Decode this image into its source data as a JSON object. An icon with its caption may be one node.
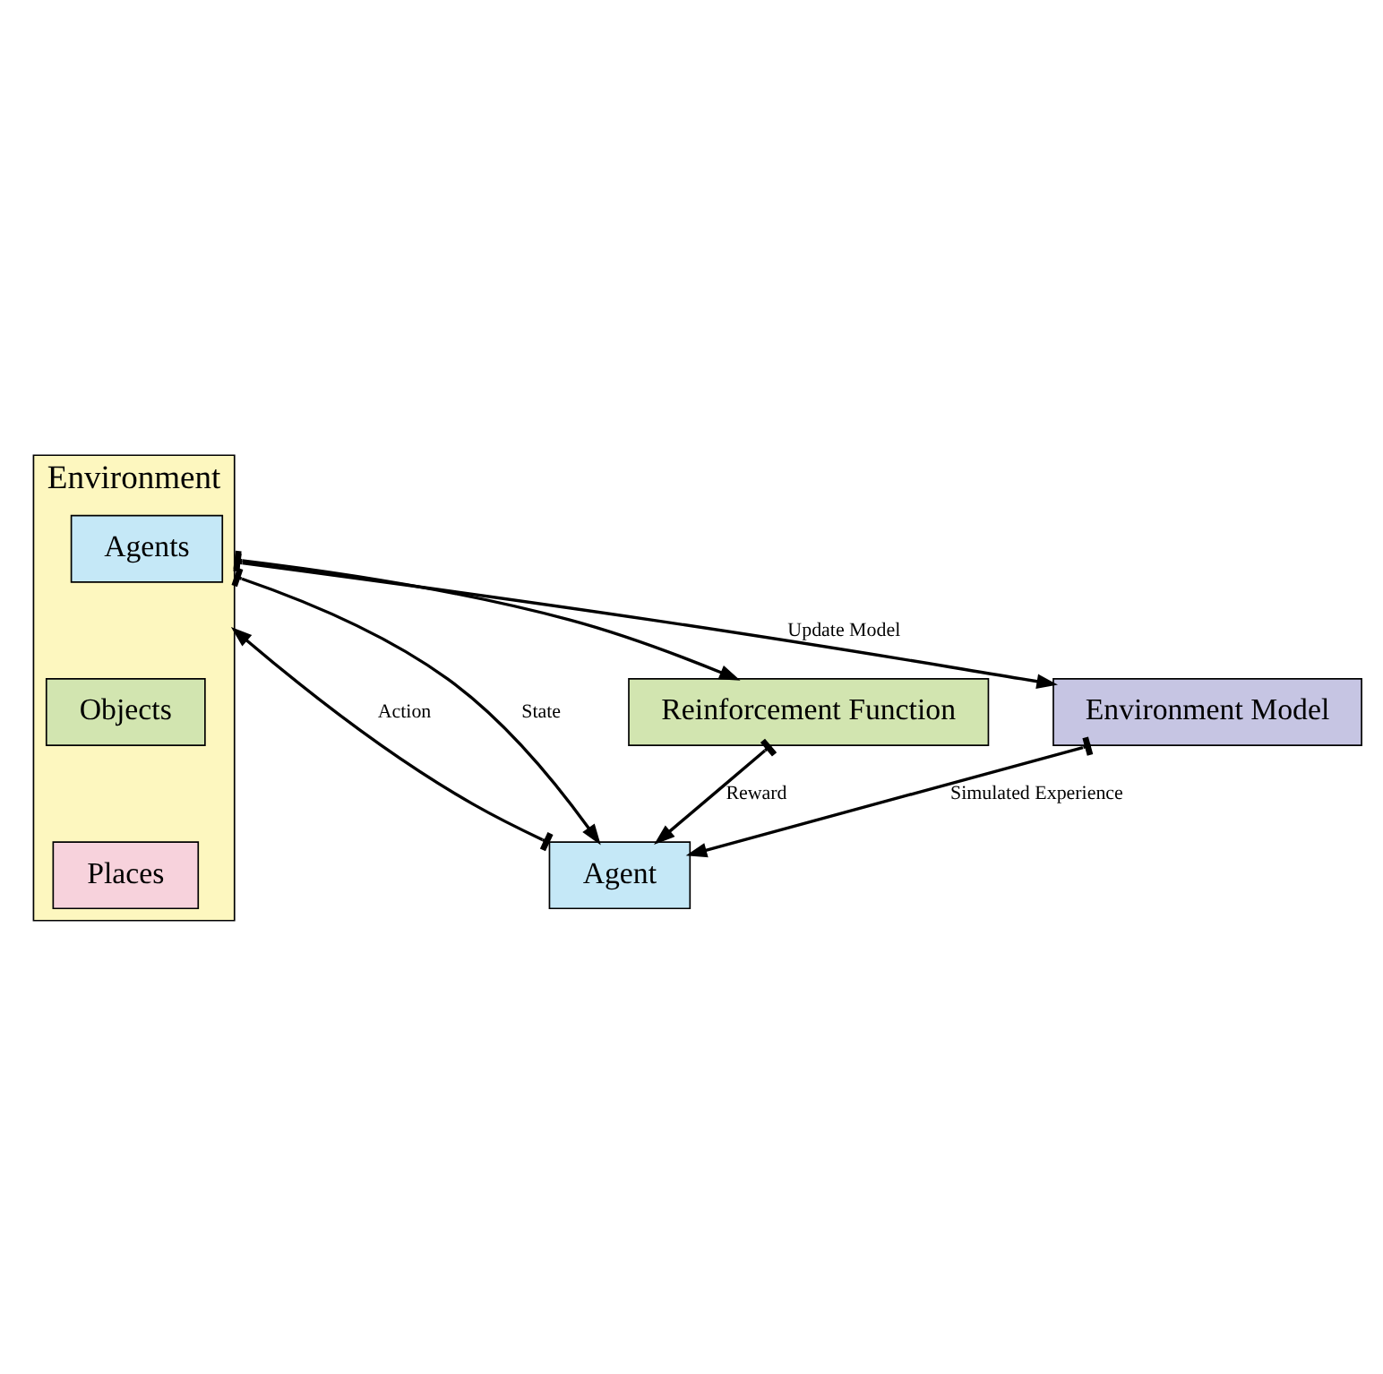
{
  "diagram": {
    "nodes": [
      {
        "text": [
          "Agent"
        ]
      },
      {
        "text": [
          "Environment"
        ]
      },
      {
        "text": [
          "Agents"
        ],
        "in": 1
      },
      {
        "text": [
          "Objects"
        ],
        "in": 1
      },
      {
        "text": [
          "Places"
        ],
        "in": 1
      },
      {
        "text": [
          "Reinforcement Function"
        ]
      },
      {
        "text": [
          "Environment Model"
        ]
      }
    ],
    "edges": [
      {
        "from": 0,
        "to": 1,
        "arrow": "to",
        "label": "Action"
      },
      {
        "from": 1,
        "to": 0,
        "arrow": "to",
        "label": "State"
      },
      {
        "from": 5,
        "to": 0,
        "arrow": "to",
        "label": "Reward"
      },
      {
        "from": 1,
        "to": 5,
        "arrow": "to"
      },
      {
        "from": 1,
        "to": 6,
        "arrow": "to",
        "label": "Update Model"
      },
      {
        "from": 6,
        "to": 0,
        "arrow": "to",
        "label": "Simulated Experience"
      }
    ]
  }
}
